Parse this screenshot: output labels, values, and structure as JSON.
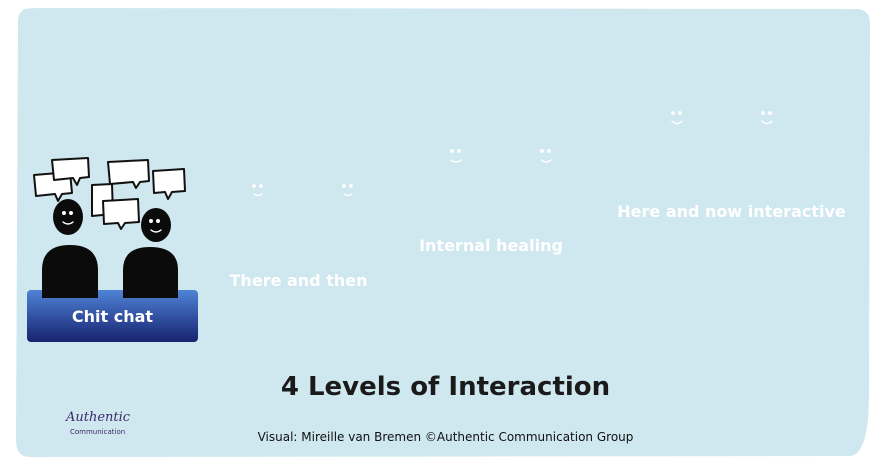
{
  "title": "4 Levels of Interaction",
  "credit": "Visual: Mireille van Bremen ©Authentic Communication Group",
  "logo": {
    "line1": "Authentic",
    "line2": "Communication"
  },
  "levels": [
    {
      "label": "Chit chat"
    },
    {
      "label": "There and then"
    },
    {
      "label": "Internal healing"
    },
    {
      "label": "Here and now interactive"
    }
  ],
  "colors": {
    "background": "#cfe7ef",
    "pedestal_top": "#4f83d6",
    "pedestal_bottom": "#17236f",
    "figure": "#0b0b0b",
    "logo": "#6a3d9a"
  }
}
